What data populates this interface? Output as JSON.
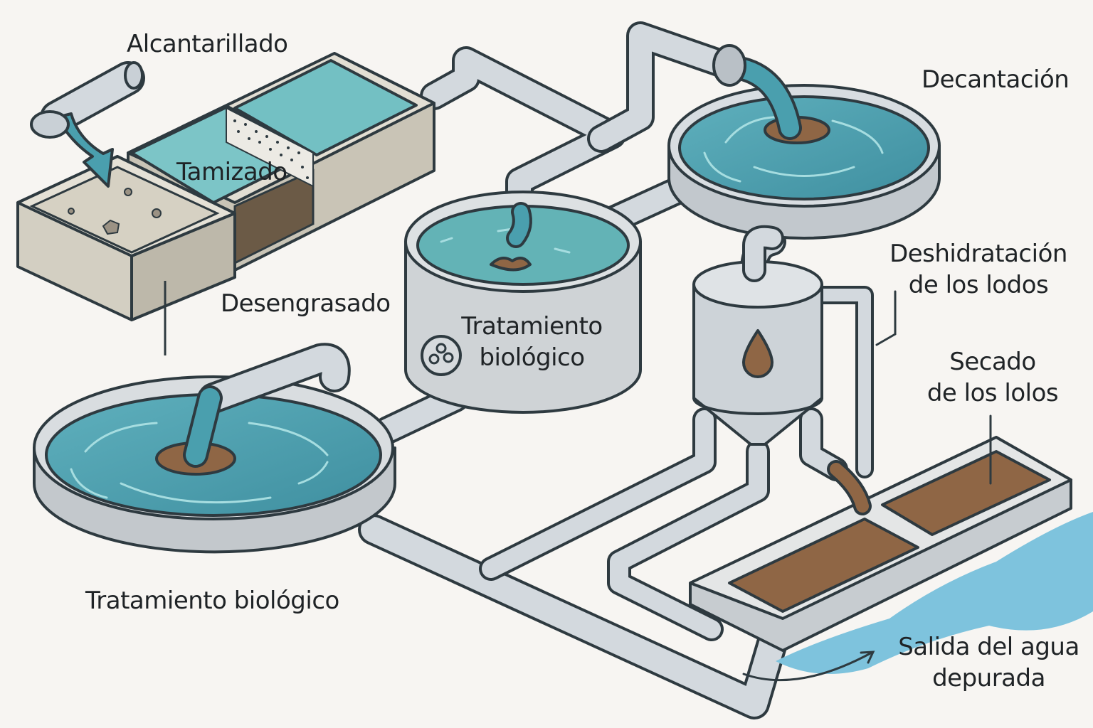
{
  "title": "Proceso de depuración de aguas residuales",
  "colors": {
    "background": "#f7f5f2",
    "outline": "#2e3a40",
    "water": "#4a9fae",
    "water_light": "#7cc3c8",
    "pipe": "#cfd5da",
    "sludge": "#8f6645",
    "concrete": "#cfcbbf",
    "outflow": "#7ec3dd"
  },
  "labels": {
    "sewer": "Alcantarillado",
    "screening": "Tamizado",
    "degreasing": "Desengrasado",
    "biological_tank": {
      "line1": "Tratamiento",
      "line2": "biológico"
    },
    "biological_clarifier": "Tratamiento biológico",
    "settling": "Decantación",
    "sludge_dewatering": {
      "line1": "Deshidratación",
      "line2": "de los lodos"
    },
    "sludge_drying": {
      "line1": "Secado",
      "line2": "de los lolos"
    },
    "water_outlet": {
      "line1": "Salida del agua",
      "line2": "depurada"
    }
  },
  "icons": {
    "flow_arrow": "arrow-down-icon",
    "aeration": "propeller-icon",
    "sludge_drop": "drop-icon",
    "outlet_arrow": "arrow-right-icon"
  }
}
